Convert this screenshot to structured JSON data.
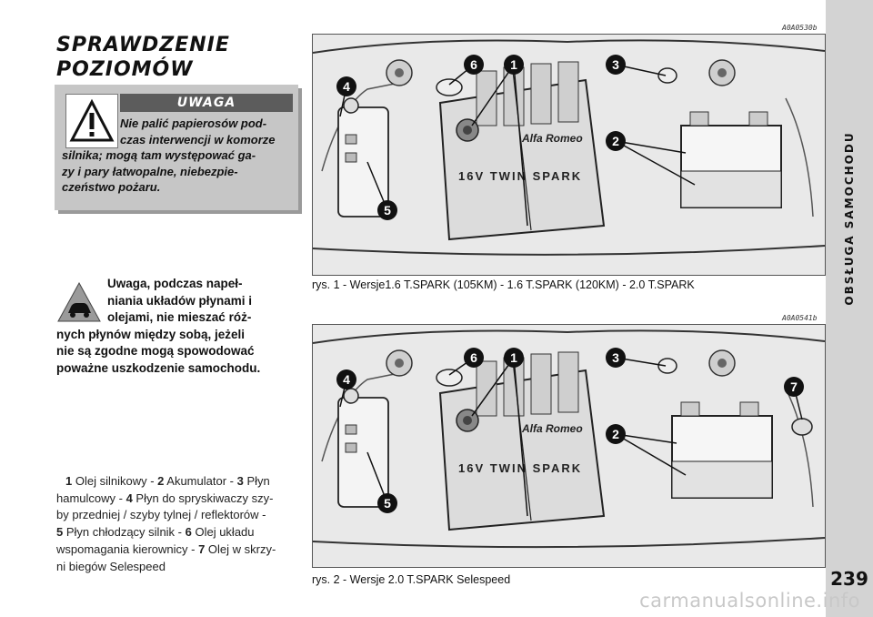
{
  "side_tab": {
    "label": "OBSŁUGA SAMOCHODU"
  },
  "heading": {
    "line1": "SPRAWDZENIE",
    "line2": "POZIOMÓW"
  },
  "warning": {
    "banner": "UWAGA",
    "lines": [
      "Nie palić papierosów pod-",
      "czas interwencji w komorze",
      "silnika; mogą tam występować ga-",
      "zy i pary łatwopalne, niebezpie-",
      "czeństwo pożaru."
    ]
  },
  "caution": {
    "lines": [
      "Uwaga, podczas napeł-",
      "niania układów płynami i",
      "olejami, nie mieszać róż-",
      "nych płynów między sobą, jeżeli",
      "nie są zgodne mogą spowodować",
      "poważne uszkodzenie samochodu."
    ]
  },
  "legend": {
    "lines": [
      [
        {
          "num": "1",
          "text": " Olej silnikowy - "
        },
        {
          "num": "2",
          "text": " Akumulator - "
        },
        {
          "num": "3",
          "text": " Płyn"
        }
      ],
      [
        {
          "num": "",
          "text": "hamulcowy - "
        },
        {
          "num": "4",
          "text": " Płyn do spryskiwaczy szy-"
        }
      ],
      [
        {
          "num": "",
          "text": "by przedniej / szyby tylnej / reflektorów -"
        }
      ],
      [
        {
          "num": "5",
          "text": " Płyn chłodzący silnik - "
        },
        {
          "num": "6",
          "text": " Olej układu"
        }
      ],
      [
        {
          "num": "",
          "text": "wspomagania kierownicy - "
        },
        {
          "num": "7",
          "text": " Olej w skrzy-"
        }
      ],
      [
        {
          "num": "",
          "text": "ni biegów Selespeed"
        }
      ]
    ]
  },
  "figure1": {
    "code": "A0A0530b",
    "engine_label": "16V TWIN SPARK",
    "brand": "Alfa Romeo",
    "callouts": [
      "1",
      "2",
      "3",
      "4",
      "5",
      "6"
    ],
    "caption": "rys. 1 - Wersje1.6 T.SPARK (105KM) - 1.6 T.SPARK (120KM) - 2.0 T.SPARK"
  },
  "figure2": {
    "code": "A0A0541b",
    "engine_label": "16V TWIN SPARK",
    "brand": "Alfa Romeo",
    "callouts": [
      "1",
      "2",
      "3",
      "4",
      "5",
      "6",
      "7"
    ],
    "caption": "rys. 2 - Wersje 2.0 T.SPARK Selespeed"
  },
  "page_number": "239",
  "watermark": "carmanualsonline.info"
}
